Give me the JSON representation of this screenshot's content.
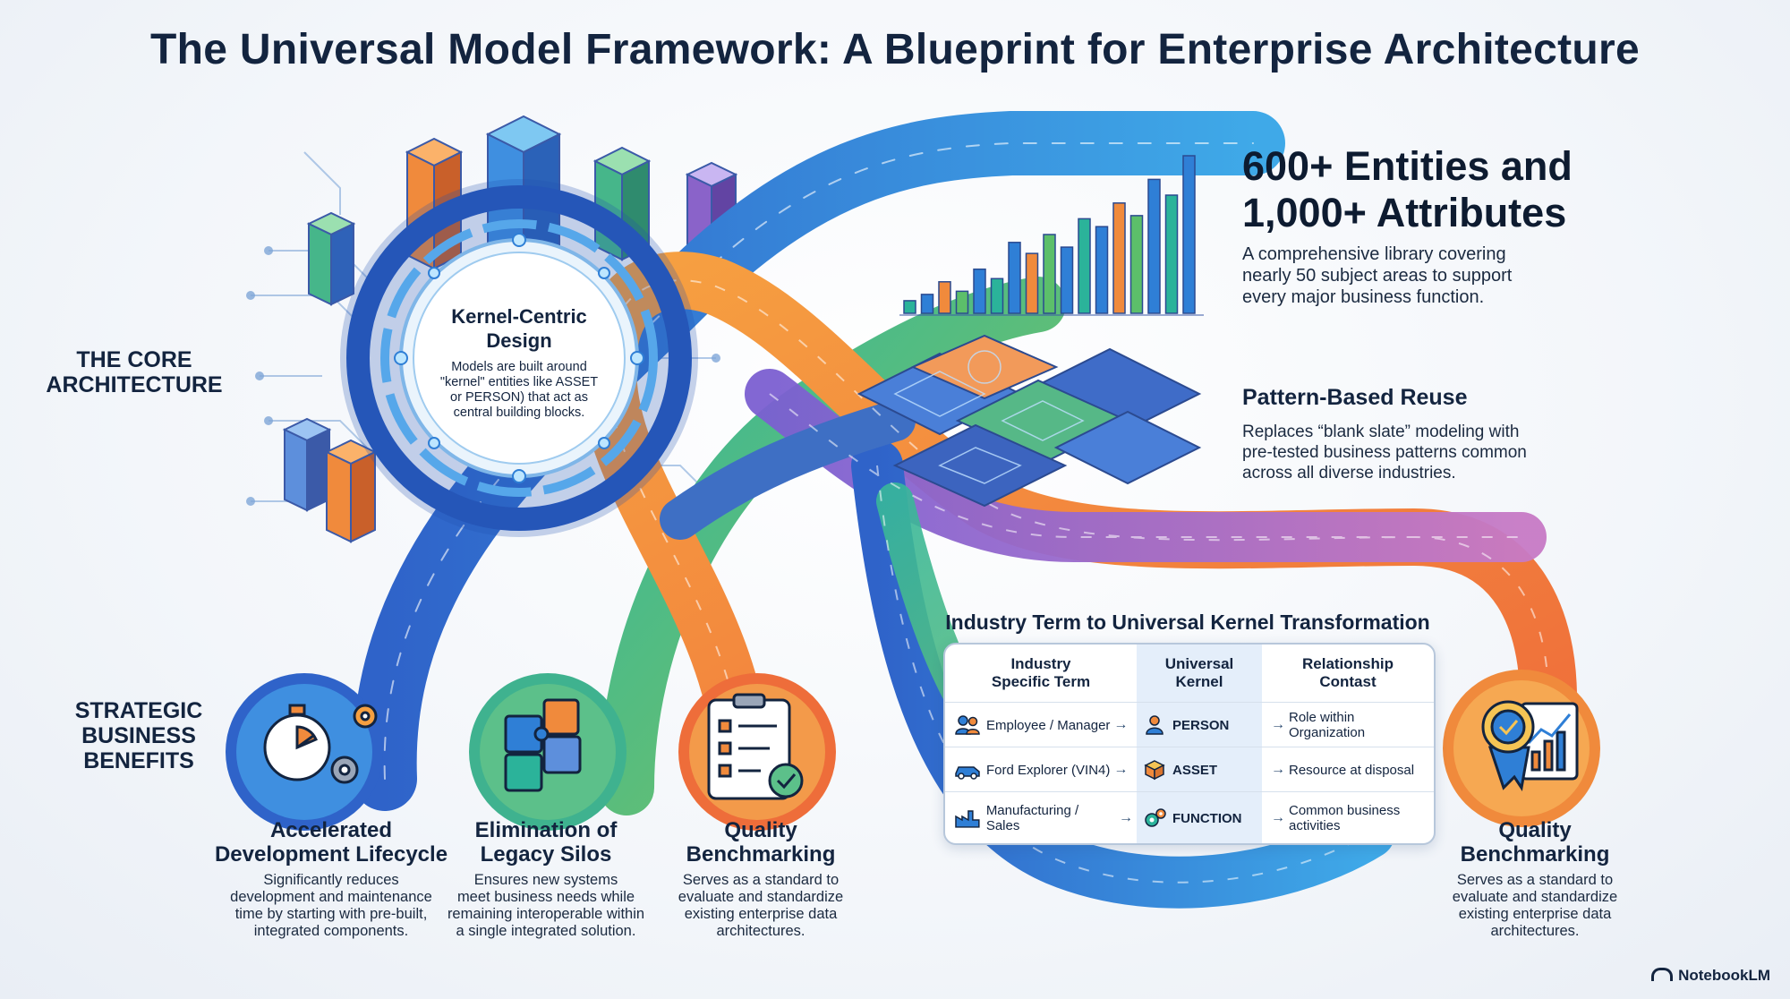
{
  "title": "The Universal Model Framework: A Blueprint for Enterprise Architecture",
  "labels": {
    "core_line1": "THE CORE",
    "core_line2": "ARCHITECTURE",
    "benefits_line1": "STRATEGIC",
    "benefits_line2": "BUSINESS",
    "benefits_line3": "BENEFITS"
  },
  "kernel": {
    "title_line1": "Kernel-Centric",
    "title_line2": "Design",
    "desc_line1": "Models are built around",
    "desc_line2": "\"kernel\" entities like ASSET",
    "desc_line3": "or PERSON) that act as",
    "desc_line4": "central building blocks."
  },
  "entities": {
    "heading_line1": "600+ Entities and",
    "heading_line2": "1,000+ Attributes",
    "desc_line1": "A comprehensive library covering",
    "desc_line2": "nearly 50 subject areas to support",
    "desc_line3": "every major business function."
  },
  "pattern": {
    "heading": "Pattern-Based Reuse",
    "desc_line1": "Replaces “blank slate” modeling with",
    "desc_line2": "pre-tested business patterns common",
    "desc_line3": "across all diverse industries."
  },
  "benefits": [
    {
      "title_line1": "Accelerated",
      "title_line2": "Development Lifecycle",
      "desc": [
        "Significantly reduces",
        "development and maintenance",
        "time by starting with pre-built,",
        "integrated components."
      ],
      "icon": "stopwatch-gears-icon"
    },
    {
      "title_line1": "Elimination of",
      "title_line2": "Legacy Silos",
      "desc": [
        "Ensures new systems",
        "meet business needs while",
        "remaining interoperable within",
        "a single integrated solution."
      ],
      "icon": "puzzle-icon"
    },
    {
      "title_line1": "Quality",
      "title_line2": "Benchmarking",
      "desc": [
        "Serves as a standard to",
        "evaluate and standardize",
        "existing enterprise data",
        "architectures."
      ],
      "icon": "checklist-icon"
    },
    {
      "title_line1": "Quality",
      "title_line2": "Benchmarking",
      "desc": [
        "Serves as a standard to",
        "evaluate and standardize",
        "existing enterprise data",
        "architectures."
      ],
      "icon": "award-chart-icon"
    }
  ],
  "table": {
    "title": "Industry Term to Universal Kernel Transformation",
    "headers": [
      {
        "line1": "Industry",
        "line2": "Specific Term"
      },
      {
        "line1": "Universal",
        "line2": "Kernel"
      },
      {
        "line1": "Relationship",
        "line2": "Contast"
      }
    ],
    "rows": [
      {
        "term": "Employee / Manager",
        "kernel": "PERSON",
        "relation": "Role within Organization",
        "relation2": ""
      },
      {
        "term": "Ford Explorer (VIN4)",
        "kernel": "ASSET",
        "relation": "Resource at disposal",
        "relation2": ""
      },
      {
        "term": "Manufacturing / Sales",
        "kernel": "FUNCTION",
        "relation": "Common business",
        "relation2": "activities"
      }
    ]
  },
  "bar_levels": [
    0.08,
    0.12,
    0.2,
    0.14,
    0.28,
    0.22,
    0.45,
    0.38,
    0.5,
    0.42,
    0.6,
    0.55,
    0.7,
    0.62,
    0.85,
    0.75,
    1.0
  ],
  "brand": "NotebookLM",
  "colors": {
    "blue": "#2f7fd6",
    "teal": "#2bb39a",
    "green": "#5cbf6a",
    "orange": "#f08a3c",
    "purple": "#8a63c9",
    "navy": "#13243f"
  }
}
